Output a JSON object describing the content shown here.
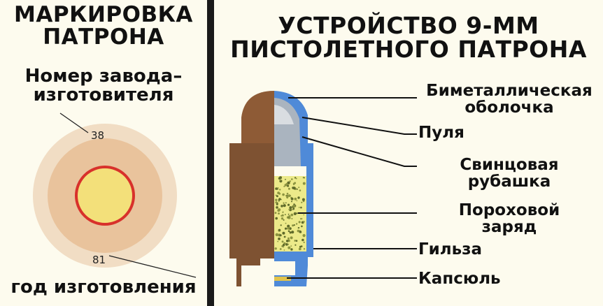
{
  "marking": {
    "title_lines": [
      "МАРКИРОВКА",
      "ПАТРОНА"
    ],
    "maker_label_lines": [
      "Номер завода–",
      "изготовителя"
    ],
    "year_label": "год изготовления",
    "maker_number": "38",
    "year_number": "81"
  },
  "structure": {
    "title_lines": [
      "УСТРОЙСТВО 9-ММ",
      "ПИСТОЛЕТНОГО ПАТРОНА"
    ],
    "parts": {
      "jacket": [
        "Биметаллическая",
        "оболочка"
      ],
      "bullet": [
        "Пуля"
      ],
      "lead": [
        "Свинцовая",
        "рубашка"
      ],
      "powder": [
        "Пороховой",
        "заряд"
      ],
      "case": [
        "Гильза"
      ],
      "primer": [
        "Капсюль"
      ]
    }
  },
  "colors": {
    "outer_ring": "#f1ddc4",
    "middle_ring": "#e9c39c",
    "primer_fill": "#f3e07a",
    "primer_ring": "#d8312b",
    "bullet_copper": "#8a5a35",
    "case_brown": "#8a5a35",
    "section_blue": "#4f8ad8",
    "lead_gray": "#aab4bf",
    "powder_yellow": "#ecea8a"
  }
}
